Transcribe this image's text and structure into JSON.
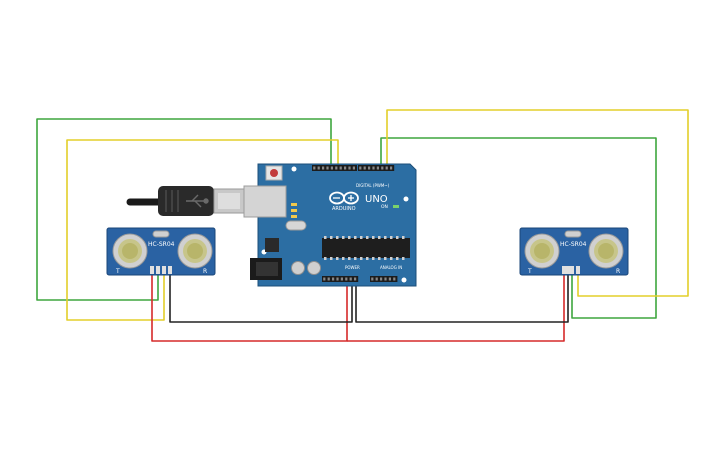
{
  "board": {
    "logo_text": "ARDUINO",
    "model": "UNO",
    "digital_label": "DIGITAL (PWM~)",
    "power_label": "POWER",
    "analog_label": "ANALOG IN",
    "on_label": "ON",
    "color": "#2c6ea3"
  },
  "sensors": [
    {
      "label": "HC-SR04",
      "trig_label": "T",
      "echo_label": "R"
    },
    {
      "label": "HC-SR04",
      "trig_label": "T",
      "echo_label": "R"
    }
  ],
  "wire_colors": {
    "green": "#3ea63e",
    "yellow": "#e3cf2a",
    "red": "#d62a2a",
    "black": "#222222"
  }
}
